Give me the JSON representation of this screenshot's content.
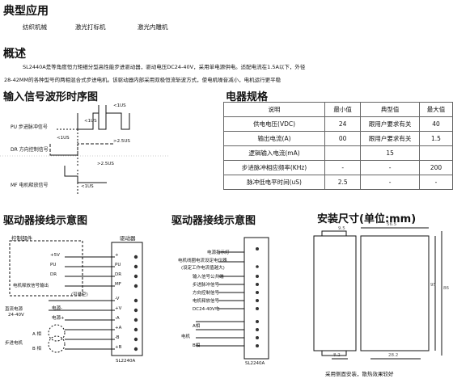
{
  "section_apps": {
    "title": "典型应用",
    "items": [
      "纺织机械",
      "激光打标机",
      "激光内雕机"
    ]
  },
  "overview": {
    "title": "概述",
    "line1": "SL2440A是等角度恒力矩细分型高性能步进驱动器，驱动电压DC24-40V，采用单电源供电。适配电流在1.5A以下，外径",
    "line2": "28-42MM的各种型号的两相混合式步进电机。该驱动器内部采用双极恒流斩波方式，使电机噪音减小，电机运行更平稳"
  },
  "timing": {
    "title": "输入信号波形时序图",
    "pu_label": "PU 步进脉冲信号",
    "dr_label": "DR 方向控制信号",
    "mf_label": "MF 电机释放信号",
    "ann_1us_a": "<1US",
    "ann_1us_b": "<1US",
    "ann_1us_c": "<1US",
    "ann_25us_a": ">2.5US",
    "ann_25us_b": ">2.5US",
    "ann_1us_d": "<1US"
  },
  "spec": {
    "title": "电器规格",
    "headers": [
      "说明",
      "最小值",
      "典型值",
      "最大值"
    ],
    "rows": [
      [
        "供电电压(VDC)",
        "24",
        "跟用户要求有关",
        "40"
      ],
      [
        "输出电流(A)",
        "00",
        "跟用户要求有关",
        "1.5"
      ],
      [
        "逻辑输入电流(mA)",
        "",
        "15",
        ""
      ],
      [
        "步进脉冲相应频率(KHz)",
        "-",
        "-",
        "200"
      ],
      [
        "脉冲低电平时间(uS)",
        "2.5",
        "-",
        "-"
      ]
    ]
  },
  "wiring1": {
    "title": "驱动器接线示意图",
    "ctrl": "控制部件",
    "driver": "驱动器",
    "plus5v": "+5V",
    "pu": "PU",
    "dr": "DR",
    "mf_out": "电机释放信号输出",
    "float": "(可悬空)",
    "dc": "直流电源",
    "dc_range": "24-40V",
    "pwr_minus": "电源-",
    "pwr_plus": "电源+",
    "motor": "步进电机",
    "a": "A 相",
    "b": "B 相",
    "model": "SL2240A",
    "terms": [
      "+",
      "PU",
      "DR",
      "MF",
      "-V",
      "+V",
      "-A",
      "+A",
      "-B",
      "+B"
    ]
  },
  "wiring2": {
    "title": "驱动器接线示意图",
    "power_led": "电源指示灯",
    "curr_set1": "电机线圈电流设定电位器",
    "curr_set2": "(设定工作电流值越大)",
    "labels": [
      "输入信号公共端",
      "步进脉冲信号",
      "方向控制信号",
      "电机释放信号",
      "DC24-40V电"
    ],
    "motor": "电机",
    "a": "A相",
    "b": "B相",
    "model": "SL2240A"
  },
  "dims": {
    "title": "安装尺寸(单位:mm)",
    "w1": "56.5",
    "w2": "9.5",
    "h1": "95",
    "h2": "86",
    "d1": "28.2",
    "d2": "8.2",
    "note": "采用侧面安装，散热效果较好"
  }
}
